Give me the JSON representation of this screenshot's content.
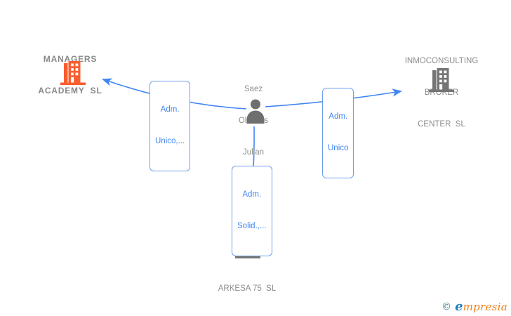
{
  "diagram": {
    "person": {
      "name_lines": [
        "Saez",
        "Olivares",
        "Julian"
      ]
    },
    "companies": {
      "managers": {
        "name_lines": [
          "MANAGERS",
          "ACADEMY  SL"
        ]
      },
      "inmoconsulting": {
        "name_lines": [
          "INMOCONSULTING",
          "BROKER",
          "CENTER  SL"
        ]
      },
      "arkesa": {
        "name_lines": [
          "ARKESA 75  SL"
        ]
      }
    },
    "edges": {
      "to_managers": {
        "label_lines": [
          "Adm.",
          "Unico,..."
        ]
      },
      "to_inmoconsulting": {
        "label_lines": [
          "Adm.",
          "Unico"
        ]
      },
      "to_arkesa": {
        "label_lines": [
          "Adm.",
          "Solid.,..."
        ]
      }
    }
  },
  "watermark": {
    "copyright": "©",
    "brand_first": "e",
    "brand_rest": "mpresia"
  },
  "colors": {
    "edge_blue": "#4285f4",
    "edge_label_border": "#6d9eeb",
    "edge_label_text": "#4285f4",
    "company_text_gray": "#8b8b8b",
    "building_gray": "#757575",
    "building_orange": "#f95e2f",
    "person_gray": "#6f6f6f",
    "watermark_copyright": "#3d7e93",
    "watermark_e_blue": "#1f7ec0",
    "watermark_orange": "#ef7f1a"
  }
}
